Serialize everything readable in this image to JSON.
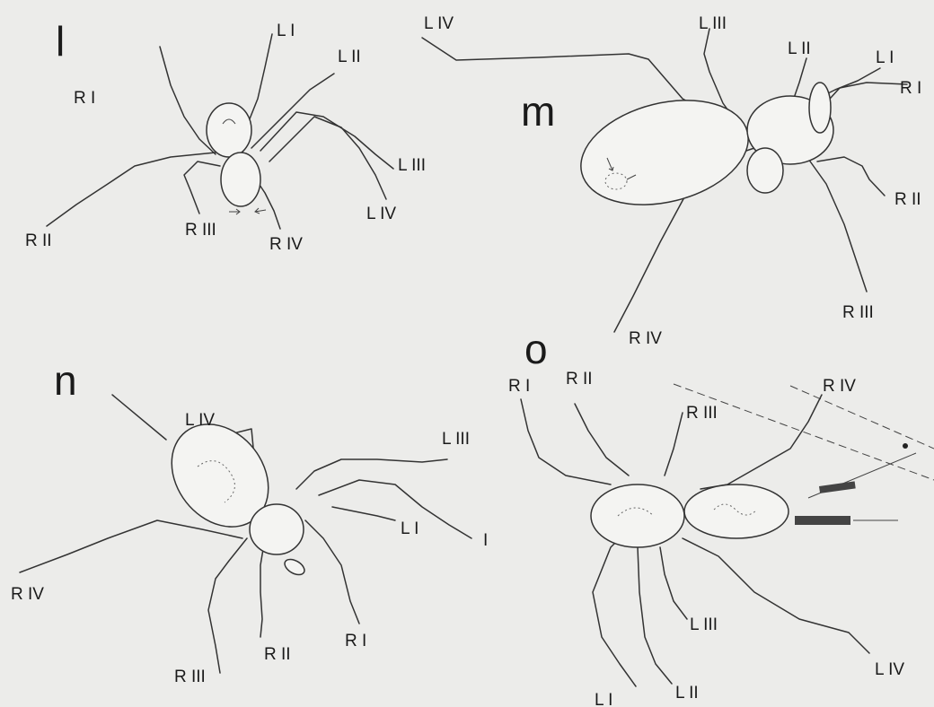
{
  "colors": {
    "background": "#ececea",
    "ink": "#333333"
  },
  "panels": [
    {
      "id": "l",
      "label": "l",
      "legs": [
        "L I",
        "L II",
        "L III",
        "L IV",
        "R I",
        "R II",
        "R III",
        "R IV"
      ]
    },
    {
      "id": "m",
      "label": "m",
      "legs": [
        "L I",
        "L II",
        "L III",
        "L IV",
        "R I",
        "R II",
        "R III",
        "R IV"
      ]
    },
    {
      "id": "n",
      "label": "n",
      "legs": [
        "L I",
        "L III",
        "L IV",
        "R I",
        "R II",
        "R III",
        "R IV",
        "I"
      ]
    },
    {
      "id": "o",
      "label": "o",
      "legs": [
        "L I",
        "L II",
        "L III",
        "L IV",
        "R I",
        "R II",
        "R III",
        "R IV"
      ]
    }
  ]
}
